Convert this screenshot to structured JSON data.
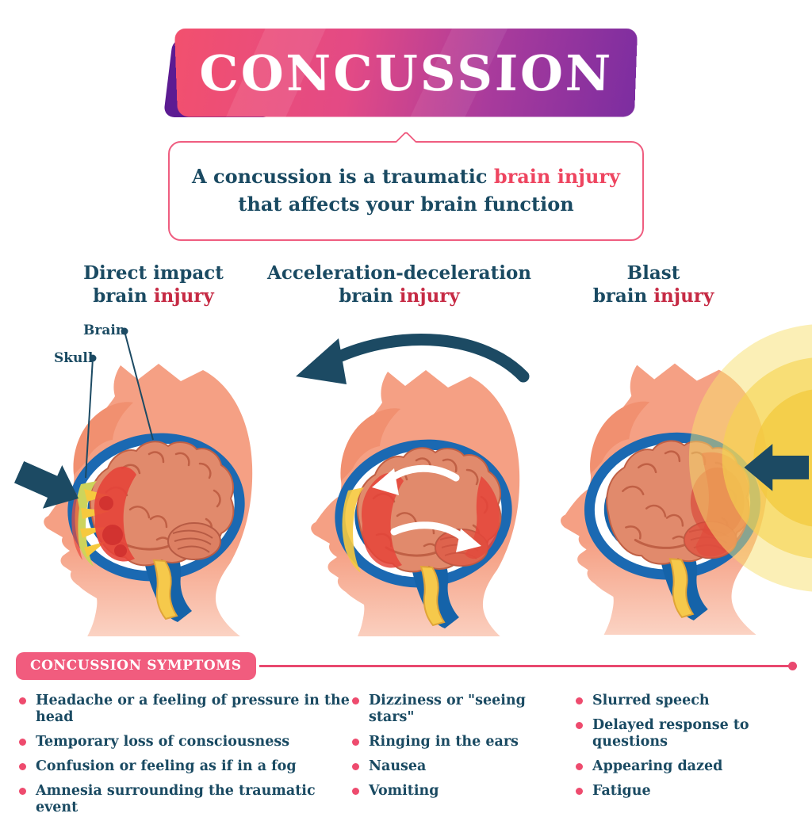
{
  "title": "CONCUSSION",
  "intro": {
    "before": "A concussion is a traumatic",
    "highlight": "brain injury",
    "line2": "that affects your brain function"
  },
  "types": [
    {
      "line1": "Direct impact",
      "line2": "brain",
      "accent": "injury"
    },
    {
      "line1": "Acceleration-deceleration",
      "line2": "brain",
      "accent": "injury"
    },
    {
      "line1": "Blast",
      "line2": "brain",
      "accent": "injury"
    }
  ],
  "figure_labels": {
    "brain": "Brain",
    "skull": "Skull"
  },
  "symptoms": {
    "heading": "CONCUSSION SYMPTOMS",
    "columns": [
      {
        "items": [
          "Headache or a feeling of pressure in the head",
          "Temporary loss of consciousness",
          "Confusion or feeling as if in a fog",
          "Amnesia surrounding the traumatic event"
        ]
      },
      {
        "items": [
          "Dizziness or \"seeing stars\"",
          "Ringing in the ears",
          "Nausea",
          "Vomiting"
        ]
      },
      {
        "items": [
          "Slurred speech",
          "Delayed response to questions",
          "Appearing dazed",
          "Fatigue"
        ]
      }
    ]
  },
  "colors": {
    "banner_pink": "#f2506e",
    "banner_purple": "#7c2da0",
    "accent_pink": "#ef5d80",
    "navy_text": "#1a4a62",
    "injury_red": "#c62a44",
    "highlight_red": "#ee4560",
    "skull_blue": "#1b69b2",
    "brain_coral": "#e18a6c",
    "impact_yellow": "#f6c93e",
    "arrow_navy": "#1c4a63",
    "skin": "#f5a084"
  }
}
